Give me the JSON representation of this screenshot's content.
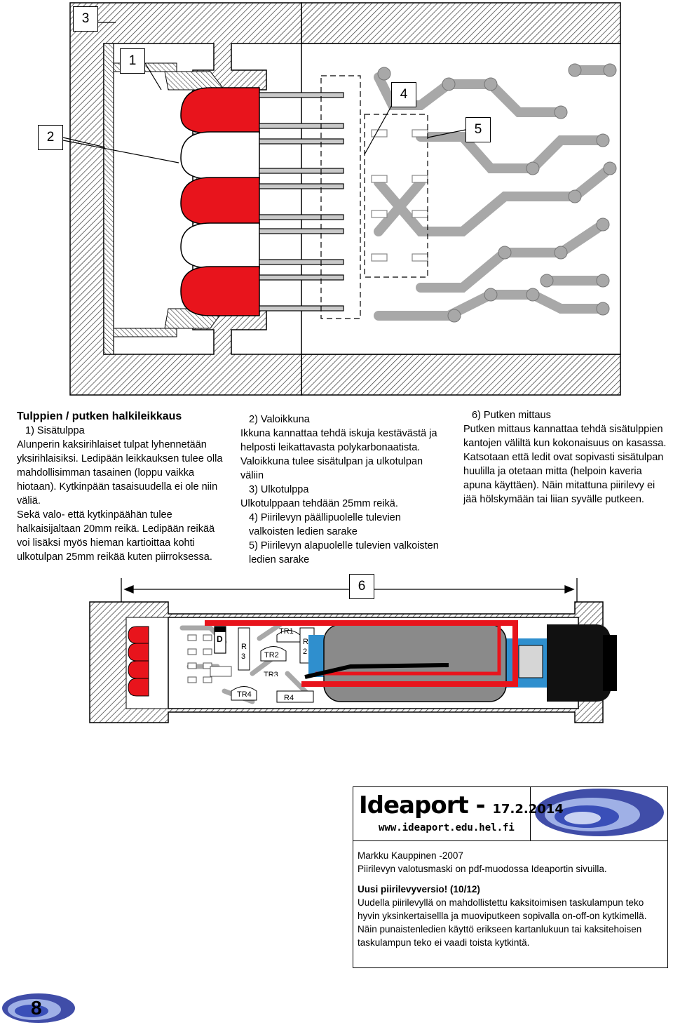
{
  "callouts": {
    "c1": "1",
    "c2": "2",
    "c3": "3",
    "c4": "4",
    "c5": "5",
    "c6": "6"
  },
  "board_labels": {
    "d": "D",
    "r3": "R\n3",
    "tr1": "TR1",
    "tr2": "TR2",
    "tr3": "TR3",
    "r2": "R\n2",
    "tr4": "TR4",
    "r4": "R4"
  },
  "left_col": {
    "title": "Tulppien / putken halkileikkaus",
    "p1": "1) Sisätulppa",
    "p2": "Alunperin kaksirihlaiset tulpat lyhennetään yksirihlaisiksi. Ledipään leikkauksen tulee olla mahdollisimman tasainen (loppu vaikka hiotaan). Kytkinpään tasaisuudella ei ole niin väliä.",
    "p3": "Sekä valo- että kytkinpäähän tulee halkaisijaltaan 20mm reikä. Ledipään reikää voi lisäksi myös hieman kartioittaa kohti ulkotulpan 25mm reikää kuten piirroksessa."
  },
  "mid_col": {
    "h2": "2) Valoikkuna",
    "p2": "Ikkuna kannattaa tehdä iskuja kestävästä ja helposti leikattavasta polykarbonaatista. Valoikkuna tulee sisätulpan ja ulkotulpan väliin",
    "h3": "3) Ulkotulppa",
    "p3": "Ulkotulppaan tehdään 25mm reikä.",
    "p4": "4) Piirilevyn päällipuolelle tulevien valkoisten ledien sarake",
    "p5": "5) Piirilevyn alapuolelle tulevien valkoisten ledien sarake"
  },
  "right_col": {
    "h6": "6) Putken mittaus",
    "p6": "Putken mittaus kannattaa tehdä sisätulppien kantojen väliltä kun kokonaisuus on kasassa. Katsotaan että ledit ovat sopivasti sisätulpan huulilla ja otetaan mitta (helpoin kaveria apuna käyttäen). Näin mitattuna piirilevy ei jää hölskymään tai liian syvälle putkeen."
  },
  "infobox": {
    "brand": "Ideaport - ",
    "date": "17.2.2014",
    "url": "www.ideaport.edu.hel.fi",
    "author": "Markku Kauppinen -2007",
    "note": "Piirilevyn valotusmaski on pdf-muodossa Ideaportin sivuilla.",
    "new_title": "Uusi piirilevyversio! (10/12)",
    "new_text": "Uudella piirilevyllä on mahdollistettu kaksitoimisen taskulampun teko hyvin yksinkertaisellla ja muoviputkeen sopivalla on-off-on kytkimellä. Näin punaistenledien käyttö erikseen kartanlukuun tai kaksitehoisen taskulampun teko ei vaadi toista kytkintä."
  },
  "page_number": "8",
  "colors": {
    "led_red": "#e8141c",
    "trace_gray": "#a8a8a8",
    "hatch": "#555555",
    "battery_gray": "#8a8a8a",
    "accent_blue": "#2f8fce"
  }
}
